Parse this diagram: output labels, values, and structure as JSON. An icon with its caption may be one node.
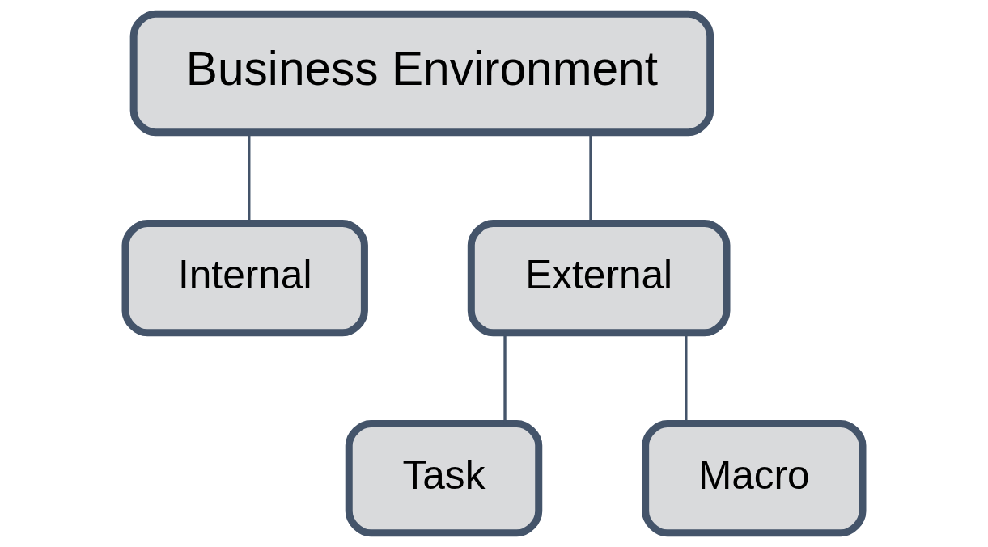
{
  "diagram": {
    "nodes": [
      {
        "text": [
          "Business Environment"
        ]
      },
      {
        "text": [
          "Internal"
        ]
      },
      {
        "text": [
          "External"
        ]
      },
      {
        "text": [
          "Task"
        ]
      },
      {
        "text": [
          "Macro"
        ]
      }
    ],
    "edges": [
      {
        "from": 0,
        "to": 1,
        "arrow": "none"
      },
      {
        "from": 0,
        "to": 2,
        "arrow": "none"
      },
      {
        "from": 2,
        "to": 3,
        "arrow": "none"
      },
      {
        "from": 2,
        "to": 4,
        "arrow": "none"
      }
    ]
  }
}
